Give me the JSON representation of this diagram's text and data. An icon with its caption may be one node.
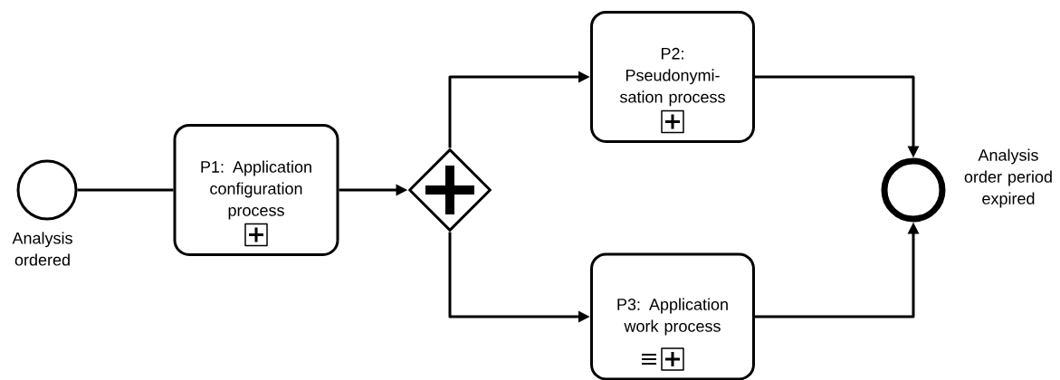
{
  "diagram": {
    "nodes": [
      {
        "text": [],
        "shape": "circle",
        "beside": [
          "Analysis ordered"
        ]
      },
      {
        "text": [
          "P1: Application configuration process"
        ]
      },
      {
        "text": [],
        "shape": "diamond"
      },
      {
        "text": [
          "P2: Pseudonymi- sation process"
        ]
      },
      {
        "text": [
          "P3: Application work process"
        ]
      },
      {
        "text": [],
        "shape": "circle",
        "beside": [
          "Analysis order period expired"
        ]
      }
    ],
    "edges": [
      {
        "from": 0,
        "to": 1,
        "arrow": "none"
      },
      {
        "from": 1,
        "to": 2,
        "arrow": "to"
      },
      {
        "from": 2,
        "to": 3,
        "arrow": "to"
      },
      {
        "from": 2,
        "to": 4,
        "arrow": "to"
      },
      {
        "from": 3,
        "to": 5,
        "arrow": "to"
      },
      {
        "from": 4,
        "to": 5,
        "arrow": "to"
      }
    ]
  }
}
